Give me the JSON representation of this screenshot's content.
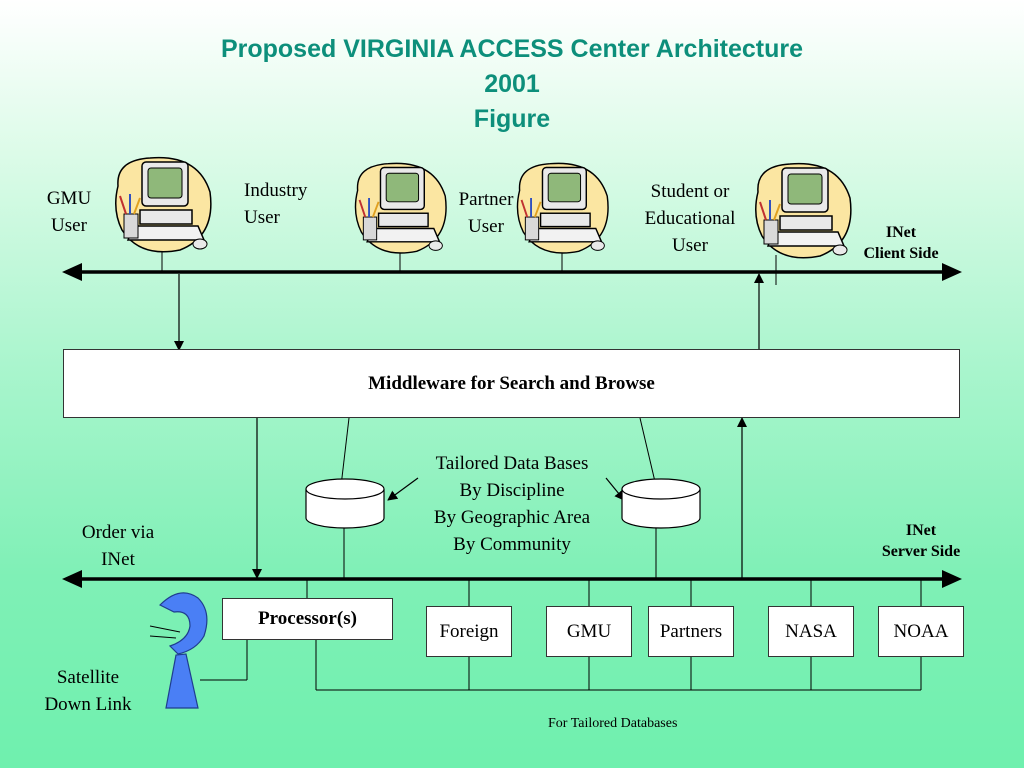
{
  "title": {
    "line1": "Proposed VIRGINIA ACCESS Center Architecture",
    "line2": "2001",
    "line3": "Figure"
  },
  "users": {
    "gmu": [
      "GMU",
      "User"
    ],
    "industry": [
      "Industry",
      "User"
    ],
    "partner": [
      "Partner",
      "User"
    ],
    "student": [
      "Student or",
      "Educational",
      "User"
    ]
  },
  "client_side": [
    "INet",
    "Client Side"
  ],
  "server_side": [
    "INet",
    "Server Side"
  ],
  "middleware": "Middleware for Search and Browse",
  "tailored": [
    "Tailored Data Bases",
    "By Discipline",
    "By Geographic Area",
    "By Community"
  ],
  "order_via": [
    "Order via",
    "INet"
  ],
  "processor": "Processor(s)",
  "databases": [
    "Foreign",
    "GMU",
    "Partners",
    "NASA",
    "NOAA"
  ],
  "satellite": [
    "Satellite",
    "Down Link"
  ],
  "footnote": "For Tailored Databases",
  "icons": [
    "computer-user-icon",
    "satellite-dish-icon",
    "database-cylinder-icon"
  ]
}
